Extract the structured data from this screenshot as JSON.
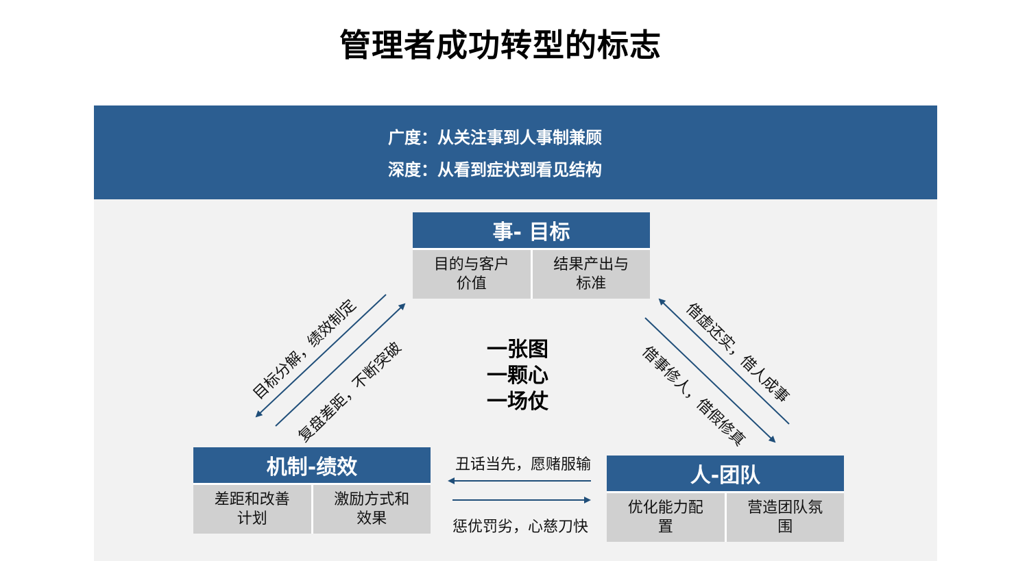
{
  "title": "管理者成功转型的标志",
  "banner": {
    "line1": "广度：从关注事到人事制兼顾",
    "line2": "深度：从看到症状到看见结构"
  },
  "boxes": {
    "top": {
      "title": "事- 目标",
      "cells": [
        "目的与客户\n价值",
        "结果产出与\n标准"
      ]
    },
    "left": {
      "title": "机制-绩效",
      "cells": [
        "差距和改善\n计划",
        "激励方式和\n效果"
      ]
    },
    "right": {
      "title": "人-团队",
      "cells": [
        "优化能力配\n置",
        "营造团队氛\n围"
      ]
    }
  },
  "center": [
    "一张图",
    "一颗心",
    "一场仗"
  ],
  "edges": {
    "left_outer": "目标分解，绩效制定",
    "left_inner": "复盘差距，不断突破",
    "right_outer": "借虚还实，借人成事",
    "right_inner": "借事修人，借假修真",
    "bottom_top": "丑话当先，愿赌服输",
    "bottom_bottom": "惩优罚劣，心慈刀快"
  },
  "colors": {
    "accent": "#2c5e91",
    "cell": "#d0d0d0",
    "panel": "#f2f2f2"
  }
}
